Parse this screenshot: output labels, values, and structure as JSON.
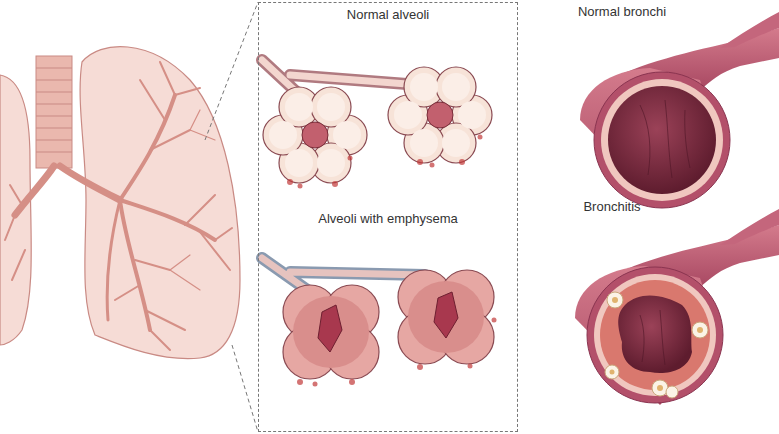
{
  "diagram": {
    "nodes": [
      {
        "text": [
          "Normal alveoli",
          "Alveoli with emphysema"
        ]
      }
    ],
    "labels": [
      "Normal bronchi",
      "Bronchitis"
    ]
  }
}
